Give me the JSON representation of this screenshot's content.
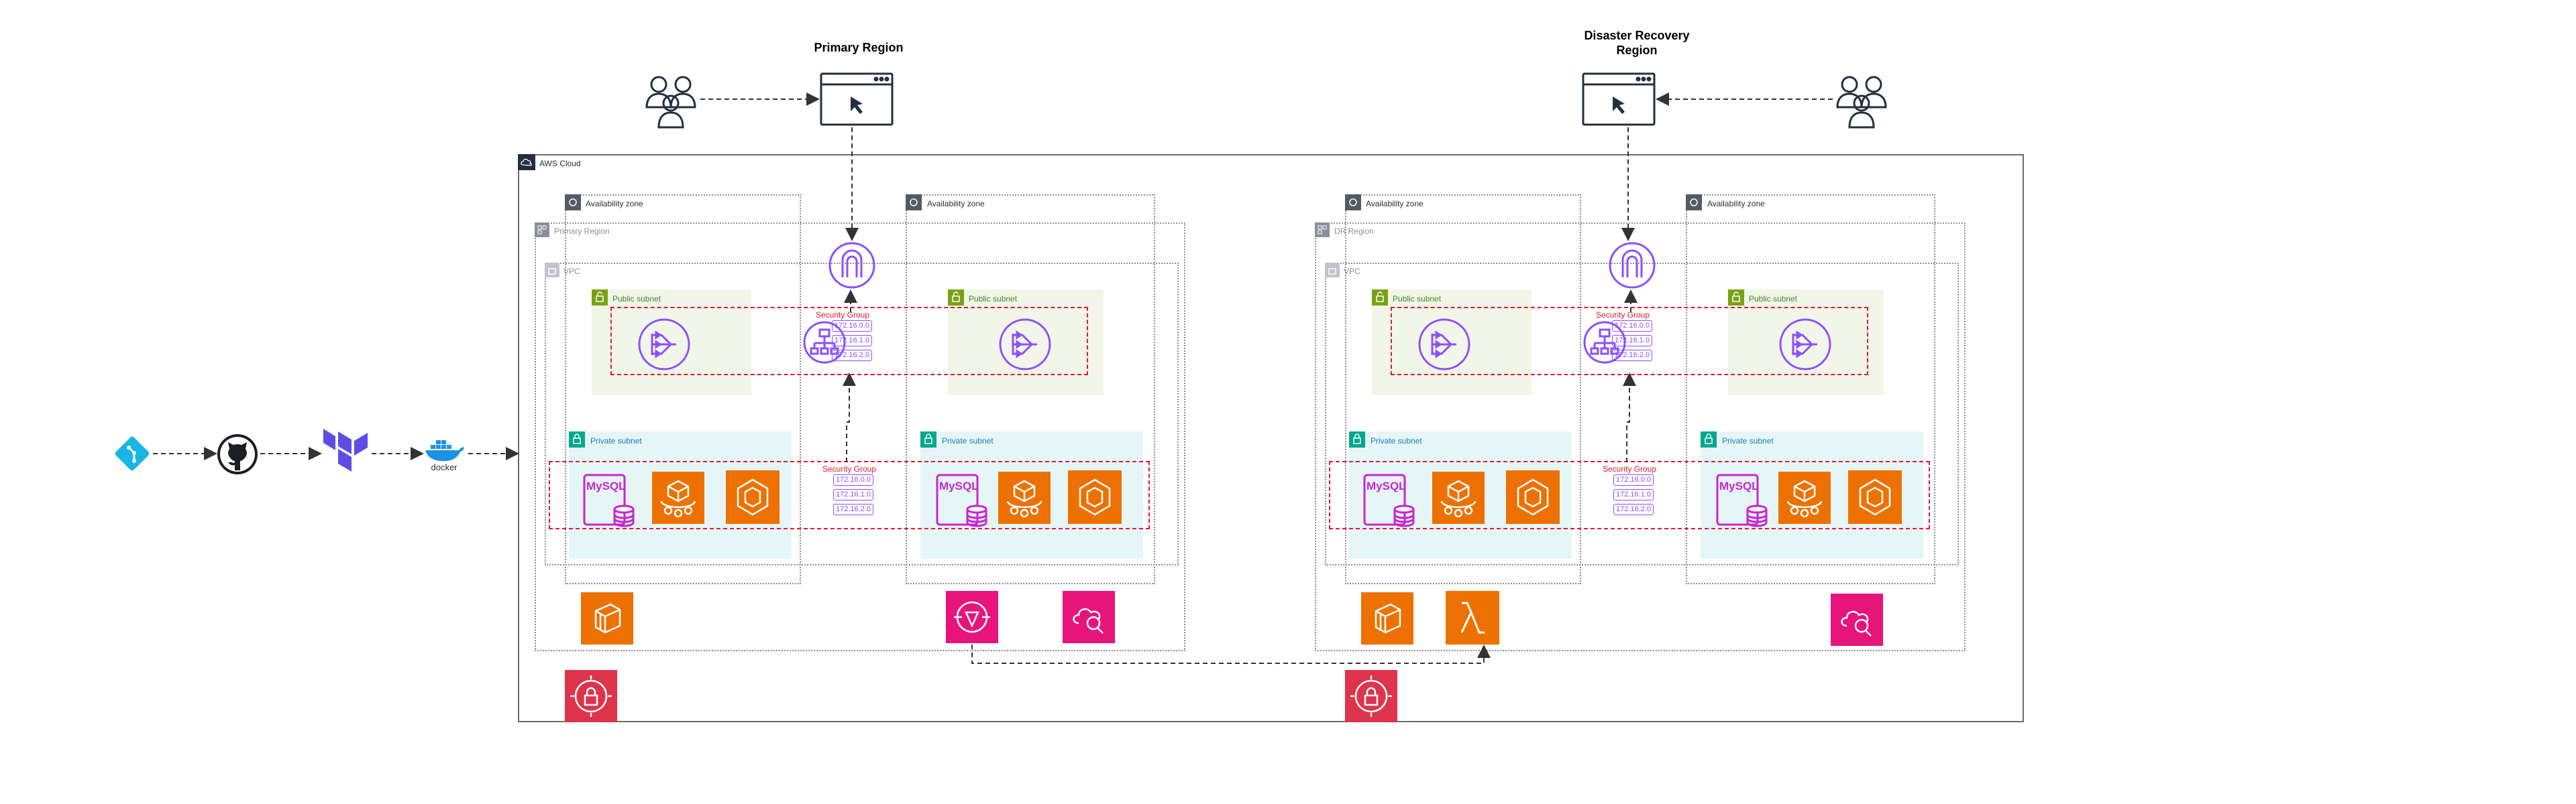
{
  "titles": {
    "primary": "Primary Region",
    "dr": "Disaster Recovery Region"
  },
  "labels": {
    "aws_cloud": "AWS Cloud",
    "availability_zone": "Availability zone",
    "primary_region": "Primary Region",
    "dr_region": "DR Region",
    "vpc": "VPC",
    "public_subnet": "Public subnet",
    "private_subnet": "Private subnet",
    "security_group": "Security Group",
    "docker": "docker",
    "mysql": "MySQL"
  },
  "cidrs": {
    "public": [
      "172.16.0.0",
      "172.16.1.0",
      "172.16.2.0"
    ],
    "private": [
      "172.16.0.0",
      "172.16.1.0",
      "172.16.2.0"
    ]
  },
  "colors": {
    "purple": "#8c4fff",
    "orange": "#ed7100",
    "pink": "#e7157b",
    "red": "#dd344c",
    "security_group": "#e0192f",
    "public_subnet": "#7aa116",
    "private_subnet": "#01a88d"
  },
  "icons": {
    "pipeline": [
      "git-icon",
      "github-icon",
      "terraform-icon",
      "docker-icon"
    ],
    "region": [
      "internet-gateway-icon",
      "load-balancer-icon",
      "nat-gateway-icon",
      "mysql-rds-icon",
      "ecs-fargate-icon",
      "ecs-icon",
      "ecr-icon",
      "route53-icon",
      "cloudwatch-icon",
      "lambda-icon",
      "secrets-manager-icon"
    ]
  }
}
